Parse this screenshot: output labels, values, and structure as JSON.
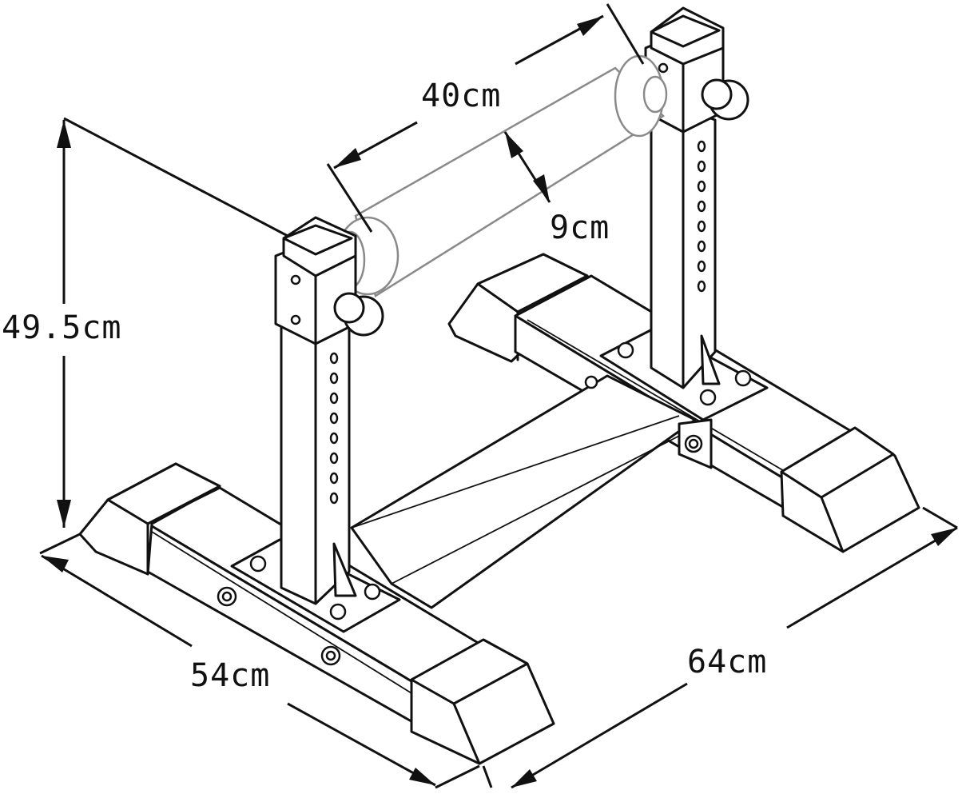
{
  "dimensions": {
    "roller_length": "40cm",
    "roller_diameter": "9cm",
    "height": "49.5cm",
    "base_width": "54cm",
    "base_depth": "64cm"
  }
}
